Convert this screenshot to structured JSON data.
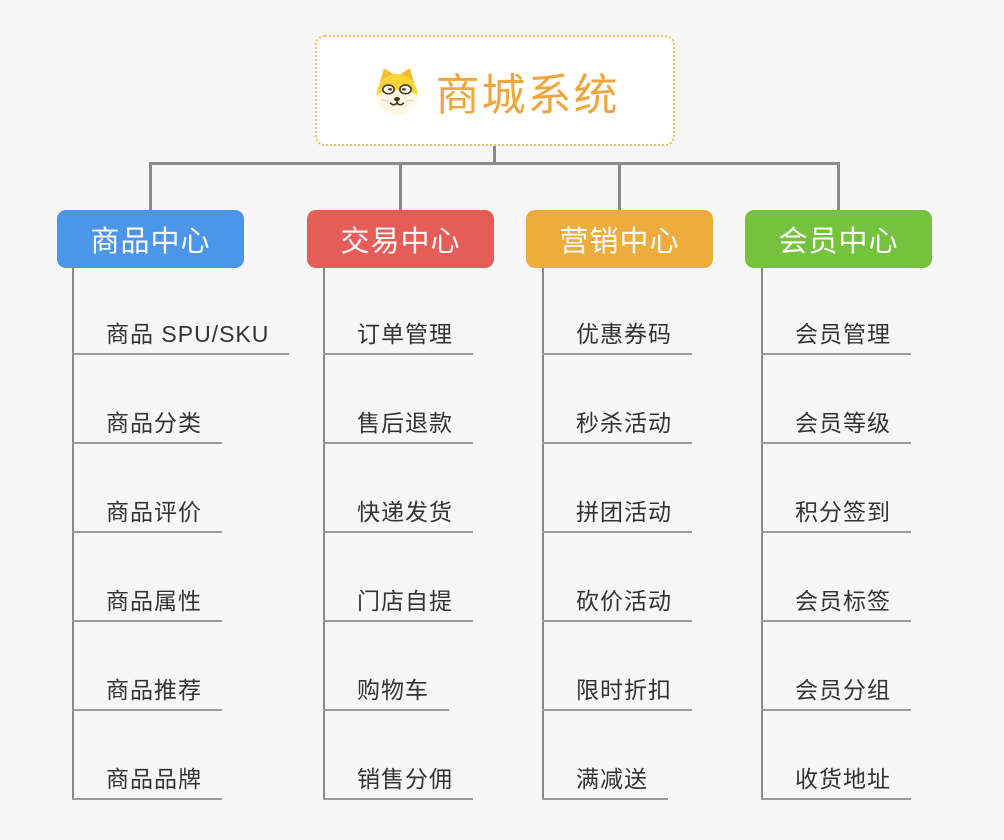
{
  "canvas": {
    "background": "#f7f7f7",
    "connector_color": "#8a8a8a",
    "underline_color": "#999999"
  },
  "root": {
    "title": "商城系统",
    "icon": "dog-face-icon",
    "text_color": "#f0a63e",
    "border_color": "#f3bc5e"
  },
  "branches": [
    {
      "label": "商品中心",
      "color": "#4b96e8",
      "children": [
        "商品 SPU/SKU",
        "商品分类",
        "商品评价",
        "商品属性",
        "商品推荐",
        "商品品牌"
      ]
    },
    {
      "label": "交易中心",
      "color": "#e65c57",
      "children": [
        "订单管理",
        "售后退款",
        "快递发货",
        "门店自提",
        "购物车",
        "销售分佣"
      ]
    },
    {
      "label": "营销中心",
      "color": "#efac3c",
      "children": [
        "优惠券码",
        "秒杀活动",
        "拼团活动",
        "砍价活动",
        "限时折扣",
        "满减送"
      ]
    },
    {
      "label": "会员中心",
      "color": "#74c23e",
      "children": [
        "会员管理",
        "会员等级",
        "积分签到",
        "会员标签",
        "会员分组",
        "收货地址"
      ]
    }
  ]
}
